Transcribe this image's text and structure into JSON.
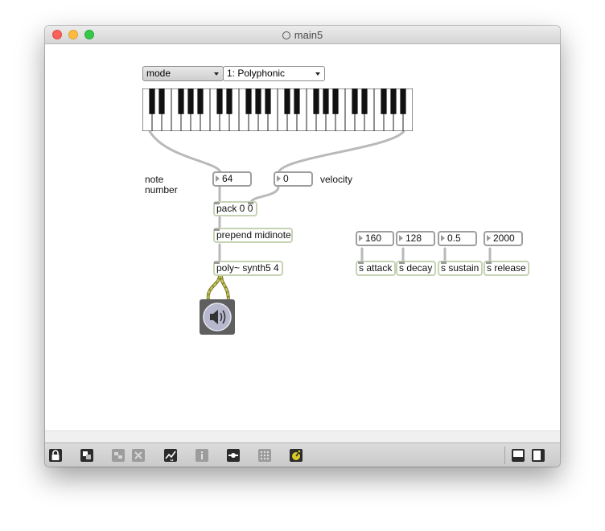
{
  "window": {
    "title": "main5"
  },
  "patch": {
    "mode_menu": {
      "value": "mode"
    },
    "mode_value_menu": {
      "value": "1: Polyphonic"
    },
    "keyboard": {
      "white_keys": 28
    },
    "note_label": "note\nnumber",
    "velocity_label": "velocity",
    "note_number_box": {
      "value": "64"
    },
    "velocity_box": {
      "value": "0"
    },
    "pack_object": "pack 0 0",
    "prepend_object": "prepend midinote",
    "poly_object": "poly~ synth5 4",
    "params": [
      {
        "value": "160",
        "send": "s attack"
      },
      {
        "value": "128",
        "send": "s decay"
      },
      {
        "value": "0.5",
        "send": "s sustain"
      },
      {
        "value": "2000",
        "send": "s release"
      }
    ]
  },
  "toolbar": {
    "buttons": [
      "lock-icon",
      "presentation-icon",
      "paste-icon",
      "delete-icon",
      "debug-icon",
      "info-icon",
      "inspector-icon",
      "grid-icon",
      "audio-icon",
      "left-panel-icon",
      "right-panel-icon"
    ]
  },
  "colors": {
    "object_border": "#c5d3b4",
    "number_border": "#9e9e9e",
    "cord": "#b9b9b9",
    "signal_cord": "#7d7a2d",
    "signal_cord_stripe": "#c9cc55",
    "ezdac_bg": "#5f5f5f",
    "ezdac_circle": "#b7b7ce"
  }
}
